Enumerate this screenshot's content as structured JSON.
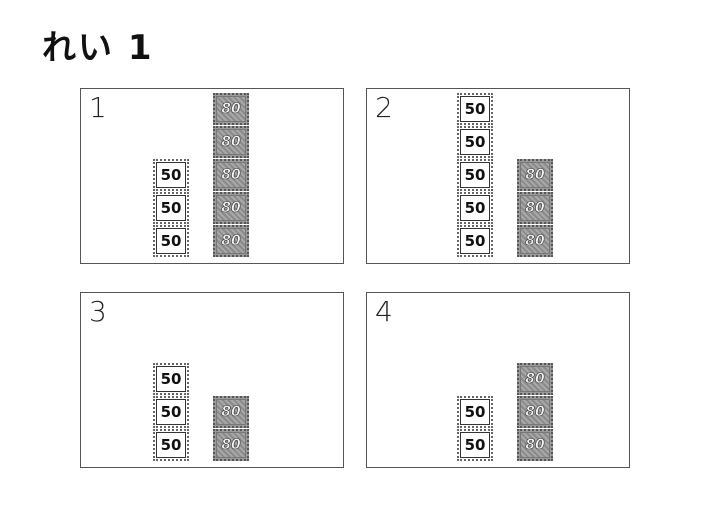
{
  "title": "れい 1",
  "stamp_values": {
    "low": "50",
    "high": "80"
  },
  "panels": [
    {
      "number": "1",
      "count_50": 3,
      "count_80": 5
    },
    {
      "number": "2",
      "count_50": 5,
      "count_80": 3
    },
    {
      "number": "3",
      "count_50": 3,
      "count_80": 2
    },
    {
      "number": "4",
      "count_50": 2,
      "count_80": 3
    }
  ]
}
